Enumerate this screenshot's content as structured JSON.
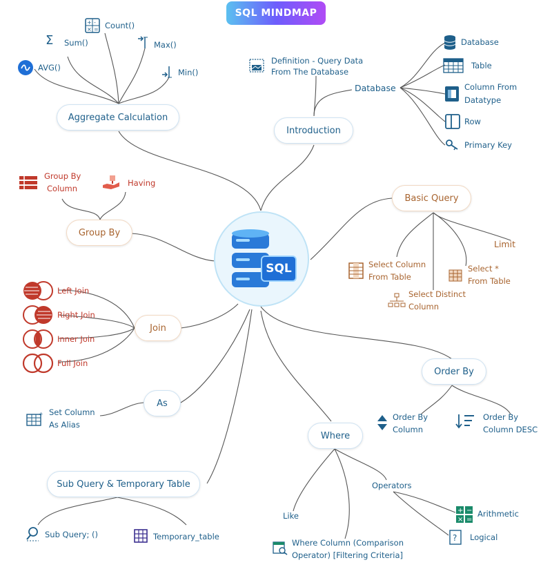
{
  "title": "SQL MINDMAP",
  "colors": {
    "blue": "#1e5f8a",
    "orange": "#a8642f",
    "red": "#c0392b",
    "line": "#555555"
  },
  "center": {
    "label": "SQL"
  },
  "aggregate": {
    "label": "Aggregate Calculation",
    "items": {
      "count": "Count()",
      "sum": "Sum()",
      "max": "Max()",
      "avg": "AVG()",
      "min": "Min()"
    }
  },
  "introduction": {
    "label": "Introduction",
    "definition_line1": "Definition - Query Data",
    "definition_line2": "From The Database",
    "database": {
      "label": "Database",
      "items": {
        "database": "Database",
        "table": "Table",
        "column_line1": "Column From",
        "column_line2": "Datatype",
        "row": "Row",
        "primary_key": "Primary Key"
      }
    }
  },
  "group_by": {
    "label": "Group By",
    "column_line1": "Group By",
    "column_line2": "Column",
    "having": "Having"
  },
  "basic_query": {
    "label": "Basic Query",
    "limit": "Limit",
    "select_column_line1": "Select Column",
    "select_column_line2": "From Table",
    "select_all_line1": "Select *",
    "select_all_line2": "From Table",
    "select_distinct_line1": "Select Distinct",
    "select_distinct_line2": "Column"
  },
  "join": {
    "label": "Join",
    "items": {
      "left": "Left Join",
      "right": "Right Join",
      "inner": "Inner Join",
      "full": "Full Join"
    }
  },
  "order_by": {
    "label": "Order By",
    "asc_line1": "Order By",
    "asc_line2": "Column",
    "desc_line1": "Order By",
    "desc_line2": "Column DESC"
  },
  "as": {
    "label": "As",
    "alias_line1": "Set Column",
    "alias_line2": "As Alias"
  },
  "where": {
    "label": "Where",
    "operators": "Operators",
    "arithmetic": "Arithmetic",
    "logical": "Logical",
    "like": "Like",
    "where_column_line1": "Where Column (Comparison",
    "where_column_line2": "Operator) [Filtering Criteria]"
  },
  "subquery": {
    "label": "Sub Query & Temporary Table",
    "sub_query": "Sub Query; ()",
    "temporary_table": "Temporary_table"
  }
}
